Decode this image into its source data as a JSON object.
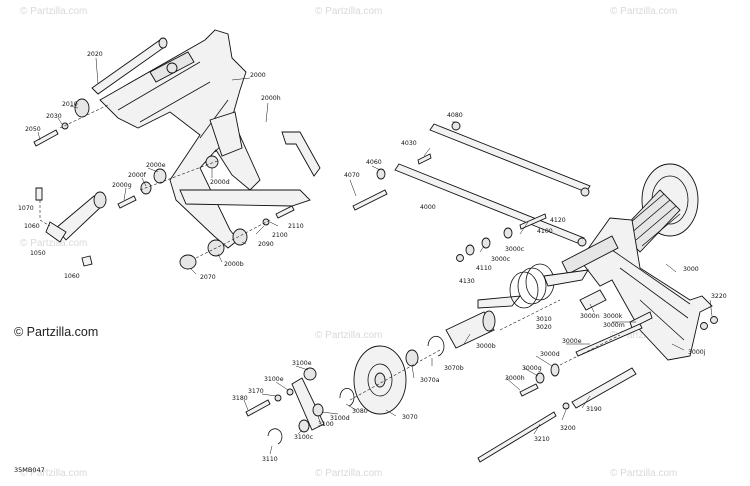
{
  "watermarks": {
    "top_1": "© Partzilla.com",
    "top_2": "© Partzilla.com",
    "top_3": "© Partzilla.com",
    "mid_1": "© Partzilla.com",
    "mid_2": "© Partzilla.com",
    "mid_3": "© Partzilla.com",
    "bottom_1": "© Partzilla.com",
    "bottom_2": "© Partzilla.com",
    "bottom_3": "© Partzilla.com",
    "main": "© Partzilla.com"
  },
  "diagram_code": "35MB047",
  "part_labels": {
    "p2020": "2020",
    "p2000": "2000",
    "p2000h": "2000h",
    "p2010": "2010",
    "p2030": "2030",
    "p2050": "2050",
    "p2000e": "2000e",
    "p2000f": "2000f",
    "p2000g": "2000g",
    "p2000d": "2000d",
    "p2110": "2110",
    "p2100": "2100",
    "p2090": "2090",
    "p2000b": "2000b",
    "p2070": "2070",
    "p1070": "1070",
    "p1060a": "1060",
    "p1050": "1050",
    "p1060b": "1060",
    "p4080": "4080",
    "p4030": "4030",
    "p4060": "4060",
    "p4070": "4070",
    "p4000": "4000",
    "p4120": "4120",
    "p4100": "4100",
    "p3000c1": "3000c",
    "p3000c2": "3000c",
    "p4110": "4110",
    "p4130": "4130",
    "p3000": "3000",
    "p3220": "3220",
    "p3010": "3010",
    "p3020": "3020",
    "p3000n": "3000n",
    "p3000k": "3000k",
    "p3000m": "3000m",
    "p3000b": "3000b",
    "p3000e": "3000e",
    "p3000j": "3000j",
    "p3070b": "3070b",
    "p3070a": "3070a",
    "p3000d": "3000d",
    "p3000g": "3000g",
    "p3000h": "3000h",
    "p3100e1": "3100e",
    "p3100e2": "3100e",
    "p3170": "3170",
    "p3180": "3180",
    "p3100": "3100",
    "p3100d": "3100d",
    "p3080": "3080",
    "p3070": "3070",
    "p3100c": "3100c",
    "p3190": "3190",
    "p3200": "3200",
    "p3210": "3210",
    "p3110": "3110"
  }
}
